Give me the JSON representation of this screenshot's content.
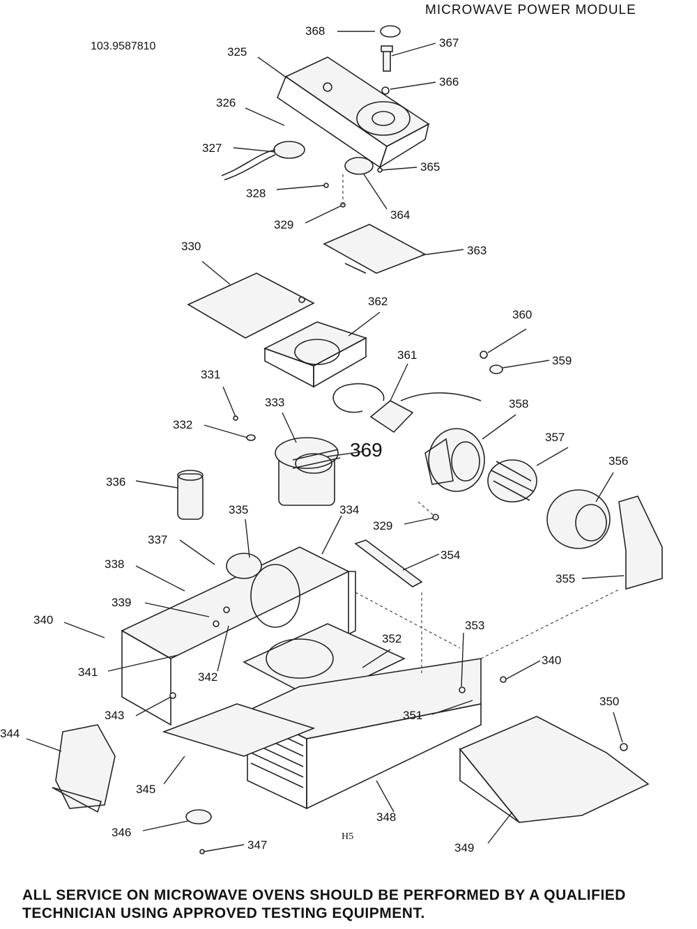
{
  "title": "MICROWAVE POWER MODULE",
  "model_number": "103.9587810",
  "page_code": "H5",
  "footer": {
    "line1": "ALL SERVICE ON MICROWAVE OVENS SHOULD BE PERFORMED BY A QUALIFIED",
    "line2": "TECHNICIAN USING APPROVED TESTING EQUIPMENT."
  },
  "callouts": {
    "c325": "325",
    "c326": "326",
    "c327": "327",
    "c328": "328",
    "c329a": "329",
    "c330": "330",
    "c331": "331",
    "c332": "332",
    "c333": "333",
    "c334": "334",
    "c335": "335",
    "c336": "336",
    "c337": "337",
    "c338": "338",
    "c339": "339",
    "c340a": "340",
    "c341": "341",
    "c342": "342",
    "c343": "343",
    "c344": "344",
    "c345": "345",
    "c346": "346",
    "c347": "347",
    "c348": "348",
    "c349": "349",
    "c350": "350",
    "c351": "351",
    "c352": "352",
    "c353": "353",
    "c354": "354",
    "c355": "355",
    "c356": "356",
    "c357": "357",
    "c358": "358",
    "c359": "359",
    "c360": "360",
    "c361": "361",
    "c362": "362",
    "c363": "363",
    "c364": "364",
    "c365": "365",
    "c366": "366",
    "c367": "367",
    "c368": "368",
    "c369": "369",
    "c329b": "329",
    "c340b": "340"
  }
}
